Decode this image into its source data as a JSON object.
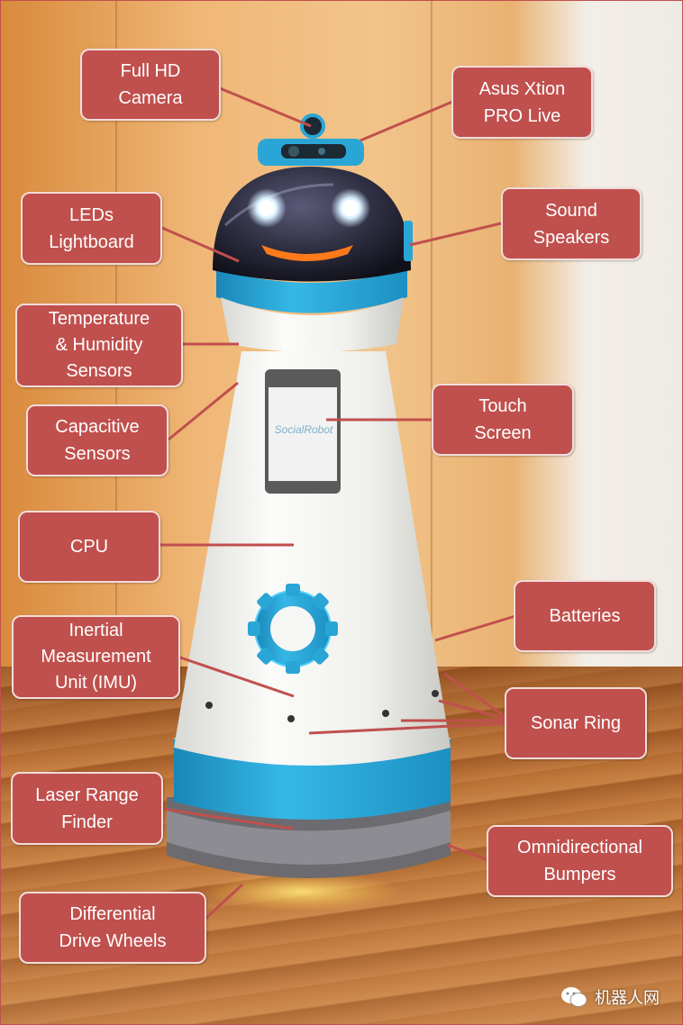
{
  "labels": {
    "full_hd_camera": "Full HD\nCamera",
    "asus_xtion": "Asus Xtion\nPRO Live",
    "leds_lightboard": "LEDs\nLightboard",
    "sound_speakers": "Sound\nSpeakers",
    "temp_humidity": "Temperature\n& Humidity\nSensors",
    "capacitive_sensors": "Capacitive\nSensors",
    "touch_screen": "Touch\nScreen",
    "cpu": "CPU",
    "batteries": "Batteries",
    "imu": "Inertial\nMeasurement\nUnit (IMU)",
    "sonar_ring": "Sonar Ring",
    "laser_range_finder": "Laser Range\nFinder",
    "omni_bumpers": "Omnidirectional\nBumpers",
    "diff_drive": "Differential\nDrive Wheels"
  },
  "screen_logo": "SocialRobot",
  "watermark": "机器人网",
  "colors": {
    "label_fill": "#c0504d",
    "label_border": "#f2dcdb",
    "robot_blue": "#2aa6d6",
    "robot_white": "#f4f4f2",
    "led_white": "#e8f6ff",
    "mouth_orange": "#ff7a1a"
  }
}
